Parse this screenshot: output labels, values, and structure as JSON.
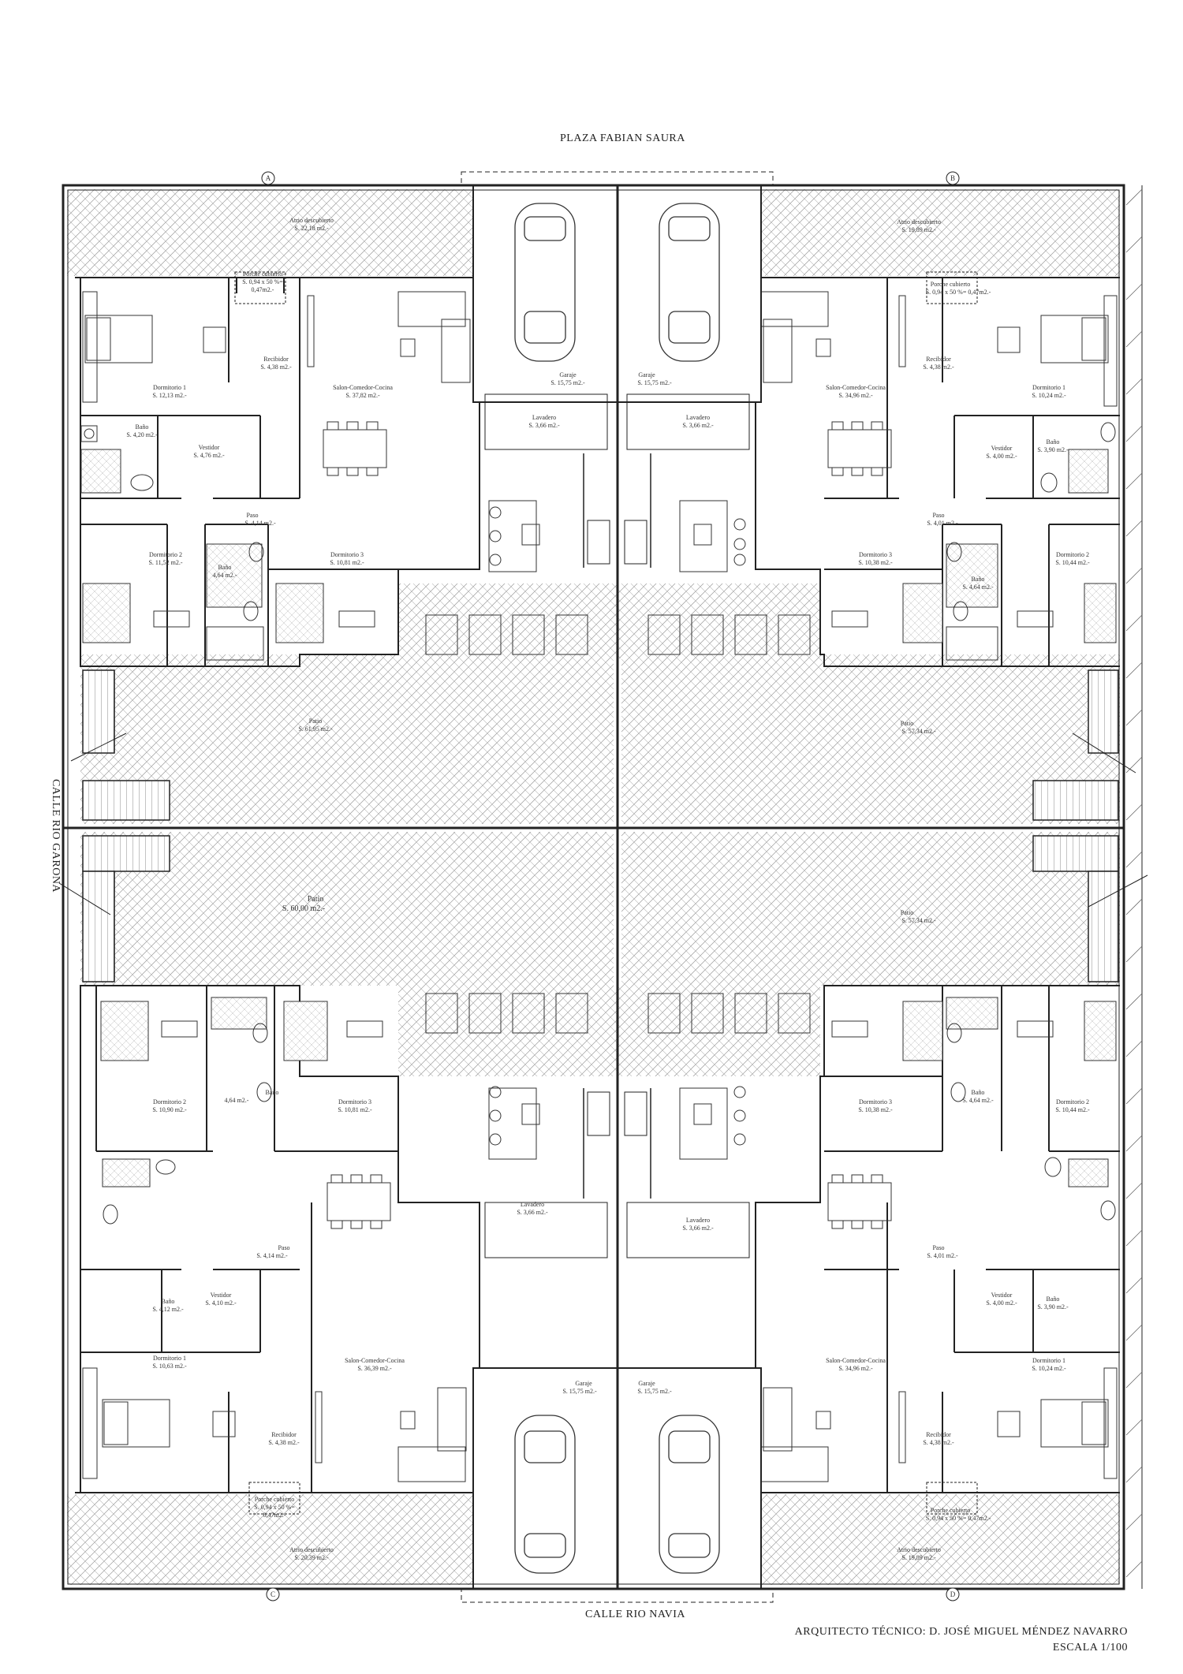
{
  "streets": {
    "top": "PLAZA FABIAN SAURA",
    "bottom": "CALLE RIO NAVIA",
    "left": "CALLE RIO GARONA"
  },
  "footer": {
    "author": "ARQUITECTO TÉCNICO: D. JOSÉ MIGUEL MÉNDEZ NAVARRO",
    "scale": "ESCALA 1/100"
  },
  "grid_markers": [
    "A",
    "B",
    "C",
    "D"
  ],
  "units": {
    "top_left": {
      "atrio": [
        "Atrio descubierto",
        "S. 22,18 m2.-"
      ],
      "porche": [
        "Porche cubierto",
        "S. 0,94 x 50 %=",
        "0,47m2.-"
      ],
      "recibidor": [
        "Recibidor",
        "S. 4,38 m2.-"
      ],
      "salon": [
        "Salon-Comedor-Cocina",
        "S. 37,82 m2.-"
      ],
      "dorm1": [
        "Dormitorio 1",
        "S. 12,13 m2.-"
      ],
      "bano1": [
        "Baño",
        "S. 4,20 m2.-"
      ],
      "vestidor": [
        "Vestidor",
        "S. 4,76 m2.-"
      ],
      "paso": [
        "Paso",
        "S. 4,14 m2.-"
      ],
      "dorm2": [
        "Dormitorio 2",
        "S. 11,52 m2.-"
      ],
      "bano2": [
        "Baño",
        "4,64 m2.-"
      ],
      "dorm3": [
        "Dormitorio 3",
        "S. 10,81 m2.-"
      ],
      "garaje": [
        "Garaje",
        "S. 15,75 m2.-"
      ],
      "lavadero": [
        "Lavadero",
        "S. 3,66 m2.-"
      ],
      "patio": [
        "Patio",
        "S. 61,95 m2.-"
      ]
    },
    "top_right": {
      "atrio": [
        "Atrio descubierto",
        "S. 19,89 m2.-"
      ],
      "porche": [
        "Porche cubierto",
        "S. 0,94 x 50 %= 0,47m2.-"
      ],
      "recibidor": [
        "Recibidor",
        "S. 4,38 m2.-"
      ],
      "salon": [
        "Salon-Comedor-Cocina",
        "S. 34,96 m2.-"
      ],
      "dorm1": [
        "Dormitorio 1",
        "S. 10,24 m2.-"
      ],
      "bano1": [
        "Baño",
        "S. 3,90 m2.-"
      ],
      "vestidor": [
        "Vestidor",
        "S. 4,00 m2.-"
      ],
      "paso": [
        "Paso",
        "S. 4,01 m2.-"
      ],
      "dorm2": [
        "Dormitorio 2",
        "S. 10,44 m2.-"
      ],
      "bano2": [
        "Baño",
        "S. 4,64 m2.-"
      ],
      "dorm3": [
        "Dormitorio 3",
        "S. 10,38 m2.-"
      ],
      "garaje": [
        "Garaje",
        "S. 15,75 m2.-"
      ],
      "lavadero": [
        "Lavadero",
        "S. 3,66 m2.-"
      ],
      "patio": [
        "Patio",
        "S. 57,34 m2.-"
      ]
    },
    "bottom_left": {
      "atrio": [
        "Atrio descubierto",
        "S. 20,39 m2.-"
      ],
      "porche": [
        "Porche cubierto",
        "S. 0,94 x 50 %=",
        "0,47m2.-"
      ],
      "recibidor": [
        "Recibidor",
        "S. 4,38 m2.-"
      ],
      "salon": [
        "Salon-Comedor-Cocina",
        "S. 36,39 m2.-"
      ],
      "dorm1": [
        "Dormitorio 1",
        "S. 10,63 m2.-"
      ],
      "bano1": [
        "Baño",
        "S. 4,12 m2.-"
      ],
      "vestidor": [
        "Vestidor",
        "S. 4,10 m2.-"
      ],
      "paso": [
        "Paso",
        "S. 4,14 m2.-"
      ],
      "dorm2": [
        "Dormitorio 2",
        "S. 10,90 m2.-"
      ],
      "bano2": [
        "Baño",
        "4,64 m2.-"
      ],
      "dorm3": [
        "Dormitorio 3",
        "S. 10,81 m2.-"
      ],
      "garaje": [
        "Garaje",
        "S. 15,75 m2.-"
      ],
      "lavadero": [
        "Lavadero",
        "S. 3,66 m2.-"
      ],
      "patio": [
        "Patio",
        "S. 60,00 m2.-"
      ]
    },
    "bottom_right": {
      "atrio": [
        "Atrio descubierto",
        "S. 19,89 m2.-"
      ],
      "porche": [
        "Porche cubierto",
        "S. 0,94 x 50 %= 0,47m2.-"
      ],
      "recibidor": [
        "Recibidor",
        "S. 4,38 m2.-"
      ],
      "salon": [
        "Salon-Comedor-Cocina",
        "S. 34,96 m2.-"
      ],
      "dorm1": [
        "Dormitorio 1",
        "S. 10,24 m2.-"
      ],
      "bano1": [
        "Baño",
        "S. 3,90 m2.-"
      ],
      "vestidor": [
        "Vestidor",
        "S. 4,00 m2.-"
      ],
      "paso": [
        "Paso",
        "S. 4,01 m2.-"
      ],
      "dorm2": [
        "Dormitorio 2",
        "S. 10,44 m2.-"
      ],
      "bano2": [
        "Baño",
        "S. 4,64 m2.-"
      ],
      "dorm3": [
        "Dormitorio 3",
        "S. 10,38 m2.-"
      ],
      "garaje": [
        "Garaje",
        "S. 15,75 m2.-"
      ],
      "lavadero": [
        "Lavadero",
        "S. 3,66 m2.-"
      ],
      "patio": [
        "Patio",
        "S. 57,34 m2.-"
      ]
    }
  }
}
